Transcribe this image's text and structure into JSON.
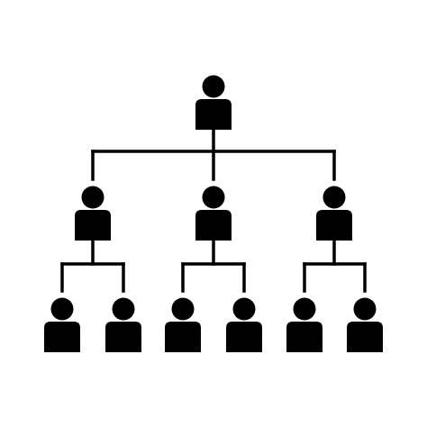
{
  "diagram": {
    "type": "org-hierarchy-icon",
    "levels": 3,
    "children_per_level": [
      1,
      3,
      2
    ],
    "color": "#000000",
    "background": "#ffffff",
    "nodes": [
      {
        "id": "root",
        "icon": "person-icon"
      },
      {
        "id": "mid-left",
        "icon": "person-icon",
        "parent": "root"
      },
      {
        "id": "mid-center",
        "icon": "person-icon",
        "parent": "root"
      },
      {
        "id": "mid-right",
        "icon": "person-icon",
        "parent": "root"
      },
      {
        "id": "leaf-1",
        "icon": "person-icon",
        "parent": "mid-left"
      },
      {
        "id": "leaf-2",
        "icon": "person-icon",
        "parent": "mid-left"
      },
      {
        "id": "leaf-3",
        "icon": "person-icon",
        "parent": "mid-center"
      },
      {
        "id": "leaf-4",
        "icon": "person-icon",
        "parent": "mid-center"
      },
      {
        "id": "leaf-5",
        "icon": "person-icon",
        "parent": "mid-right"
      },
      {
        "id": "leaf-6",
        "icon": "person-icon",
        "parent": "mid-right"
      }
    ]
  }
}
